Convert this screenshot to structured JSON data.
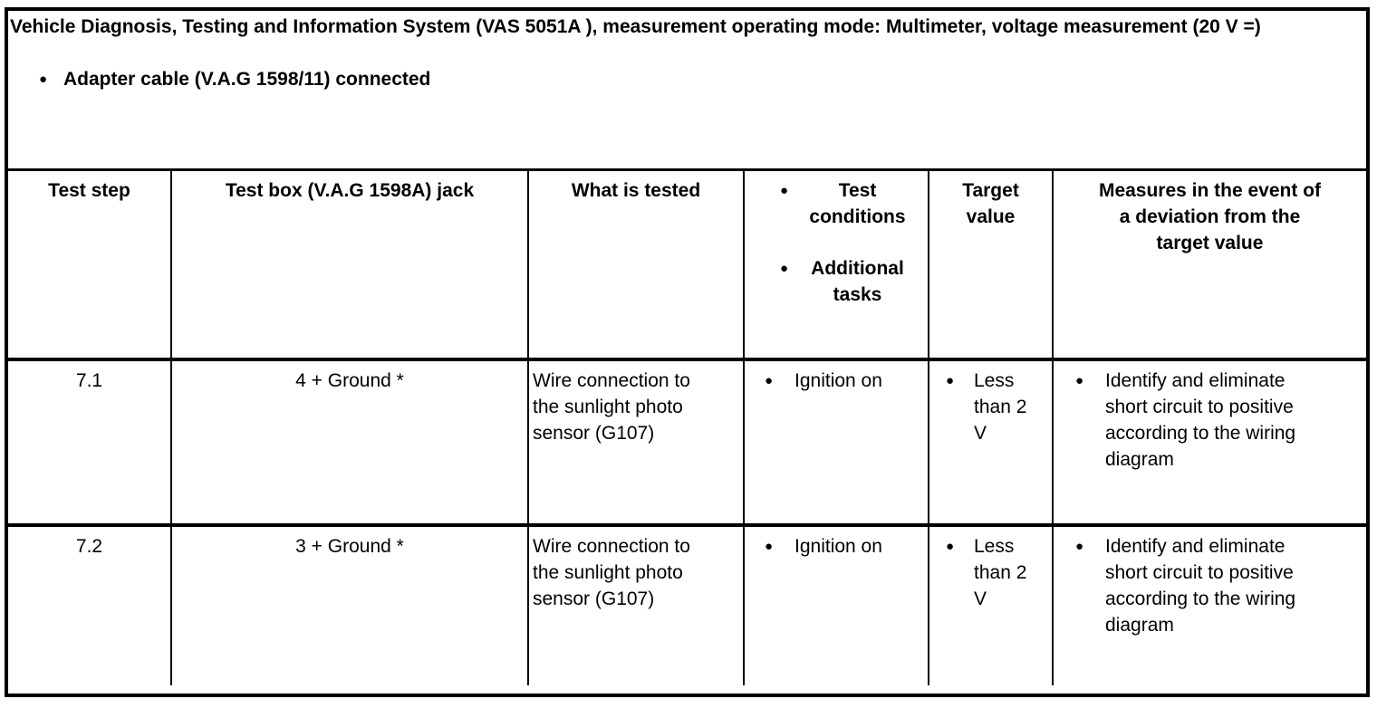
{
  "icons": {
    "bullet": "●"
  },
  "colors": {
    "border": "#000000",
    "text": "#000000",
    "background": "#ffffff"
  },
  "intro": {
    "title": "Vehicle Diagnosis, Testing and Information System (VAS 5051A ), measurement operating mode: Multimeter, voltage measurement (20 V =)",
    "bullets": [
      "Adapter cable (V.A.G 1598/11) connected"
    ]
  },
  "table": {
    "headers": {
      "test_step": "Test step",
      "test_box_jack": "Test box (V.A.G 1598A) jack",
      "what_is_tested": "What is tested",
      "conditions": [
        "Test conditions",
        "Additional tasks"
      ],
      "target_value": "Target value",
      "measures": "Measures in the event of a deviation from the target value"
    },
    "rows": [
      {
        "test_step": "7.1",
        "test_box_jack": "4 + Ground *",
        "what_is_tested": "Wire connection to the sunlight photo sensor (G107)",
        "test_conditions": [
          "Ignition on"
        ],
        "target_value": [
          "Less than 2 V"
        ],
        "measures": [
          "Identify and eliminate short circuit to positive according to the wiring diagram"
        ]
      },
      {
        "test_step": "7.2",
        "test_box_jack": "3 + Ground *",
        "what_is_tested": "Wire connection to the sunlight photo sensor (G107)",
        "test_conditions": [
          "Ignition on"
        ],
        "target_value": [
          "Less than 2 V"
        ],
        "measures": [
          "Identify and eliminate short circuit to positive according to the wiring diagram"
        ]
      }
    ]
  }
}
